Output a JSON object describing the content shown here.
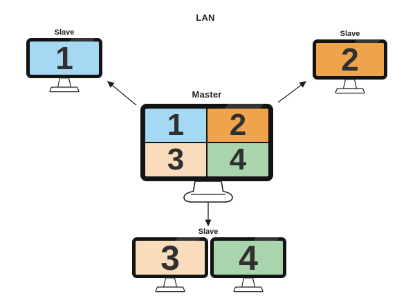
{
  "title": "LAN",
  "colors": {
    "blue": "#A5D8F2",
    "orange": "#F0A34D",
    "peach": "#F9DCBB",
    "green": "#AAD4AB"
  },
  "master": {
    "label": "Master",
    "quadrants": [
      {
        "number": "1",
        "color": "#A5D8F2"
      },
      {
        "number": "2",
        "color": "#F0A34D"
      },
      {
        "number": "3",
        "color": "#F9DCBB"
      },
      {
        "number": "4",
        "color": "#AAD4AB"
      }
    ]
  },
  "slave_top_left": {
    "label": "Slave",
    "number": "1",
    "color": "#A5D8F2"
  },
  "slave_top_right": {
    "label": "Slave",
    "number": "2",
    "color": "#F0A34D"
  },
  "slave_bottom": {
    "label": "Slave",
    "monitors": [
      {
        "number": "3",
        "color": "#F9DCBB"
      },
      {
        "number": "4",
        "color": "#AAD4AB"
      }
    ]
  }
}
